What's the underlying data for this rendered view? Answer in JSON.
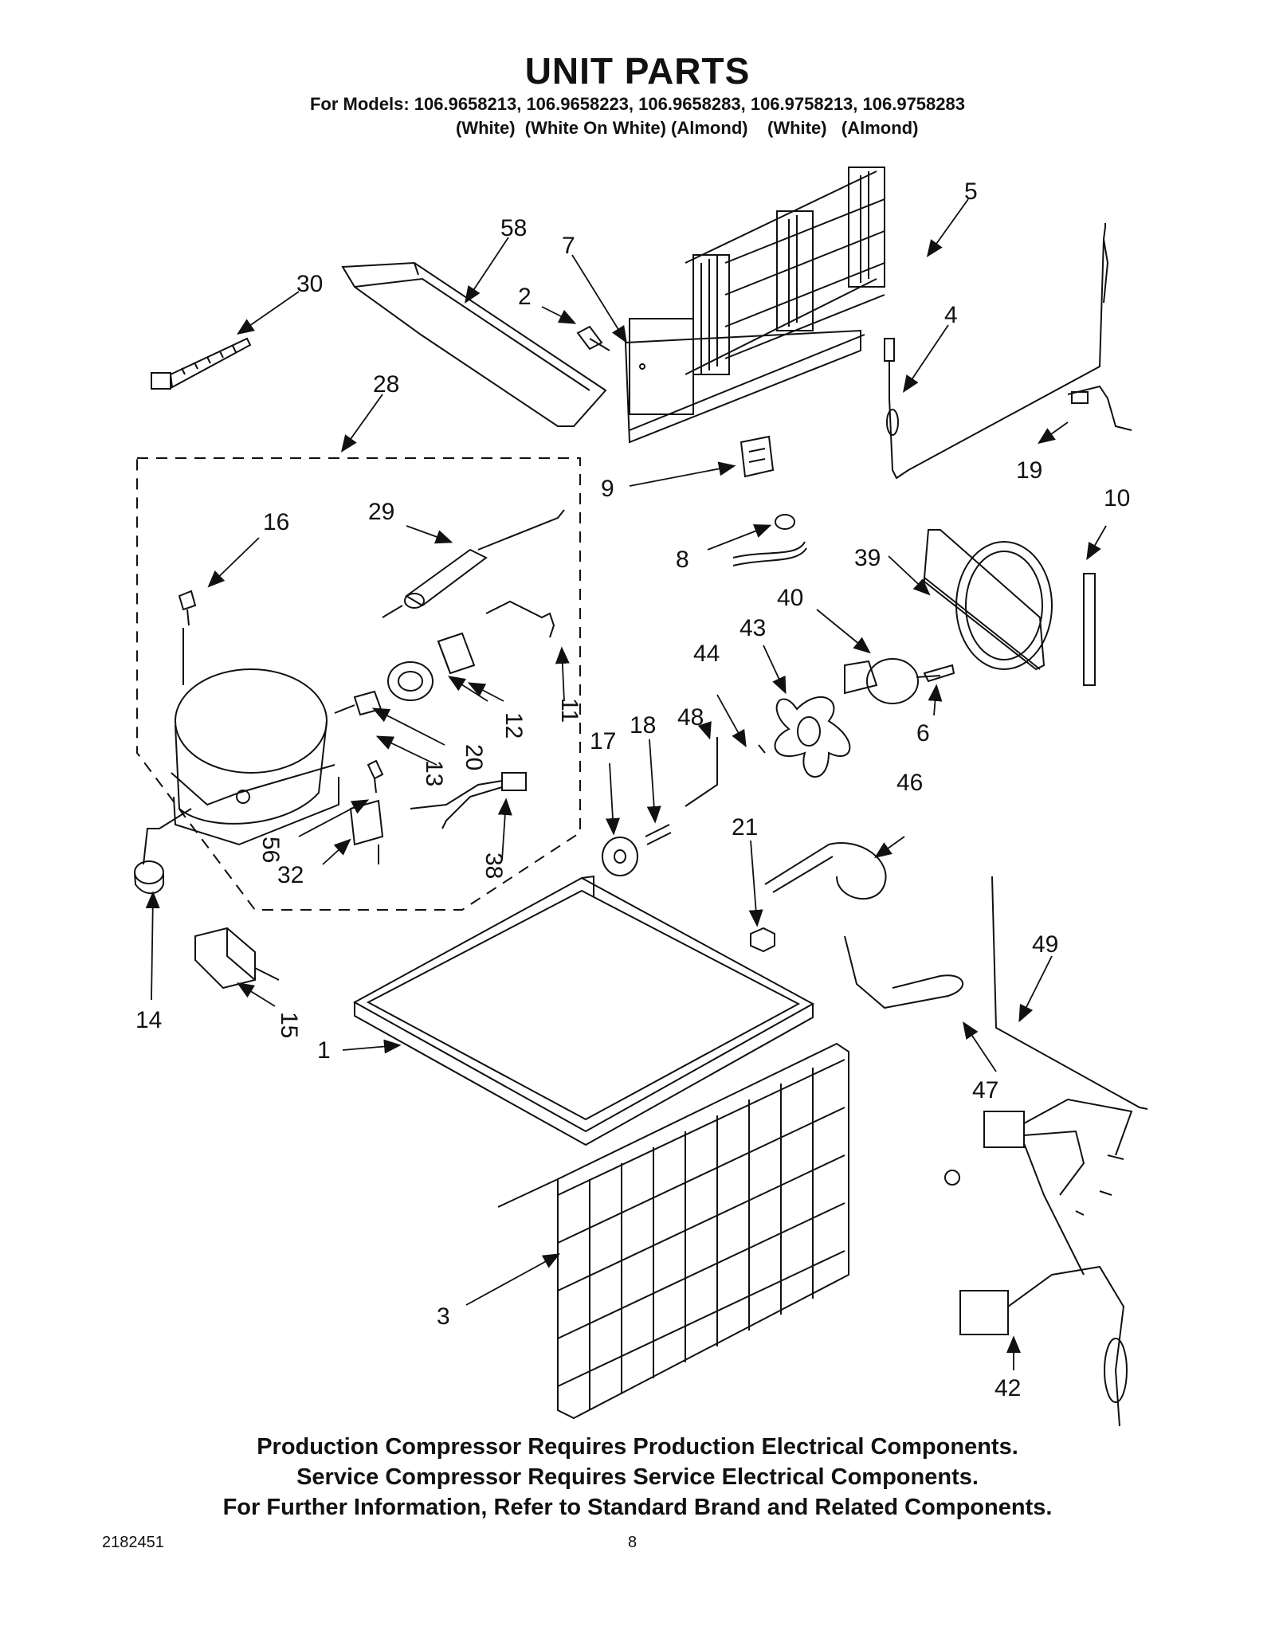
{
  "header": {
    "title": "UNIT PARTS",
    "models": "For Models: 106.9658213, 106.9658223, 106.9658283, 106.9758213, 106.9758283",
    "colors": "(White)  (White On White) (Almond)    (White)   (Almond)"
  },
  "parts": {
    "p1": "1",
    "p2": "2",
    "p3": "3",
    "p4": "4",
    "p5": "5",
    "p6": "6",
    "p7": "7",
    "p8": "8",
    "p9": "9",
    "p10": "10",
    "p11": "11",
    "p12": "12",
    "p13": "13",
    "p14": "14",
    "p15": "15",
    "p16": "16",
    "p17": "17",
    "p18": "18",
    "p19": "19",
    "p20": "20",
    "p21": "21",
    "p28": "28",
    "p29": "29",
    "p30": "30",
    "p32": "32",
    "p38": "38",
    "p39": "39",
    "p40": "40",
    "p42": "42",
    "p43": "43",
    "p44": "44",
    "p46": "46",
    "p47": "47",
    "p48": "48",
    "p49": "49",
    "p56": "56",
    "p58": "58"
  },
  "footer": {
    "note1": "Production Compressor Requires Production Electrical Components.",
    "note2": "Service Compressor Requires Service Electrical Components.",
    "note3": "For Further Information, Refer to Standard Brand and Related Components.",
    "doc_id": "2182451",
    "page": "8"
  }
}
